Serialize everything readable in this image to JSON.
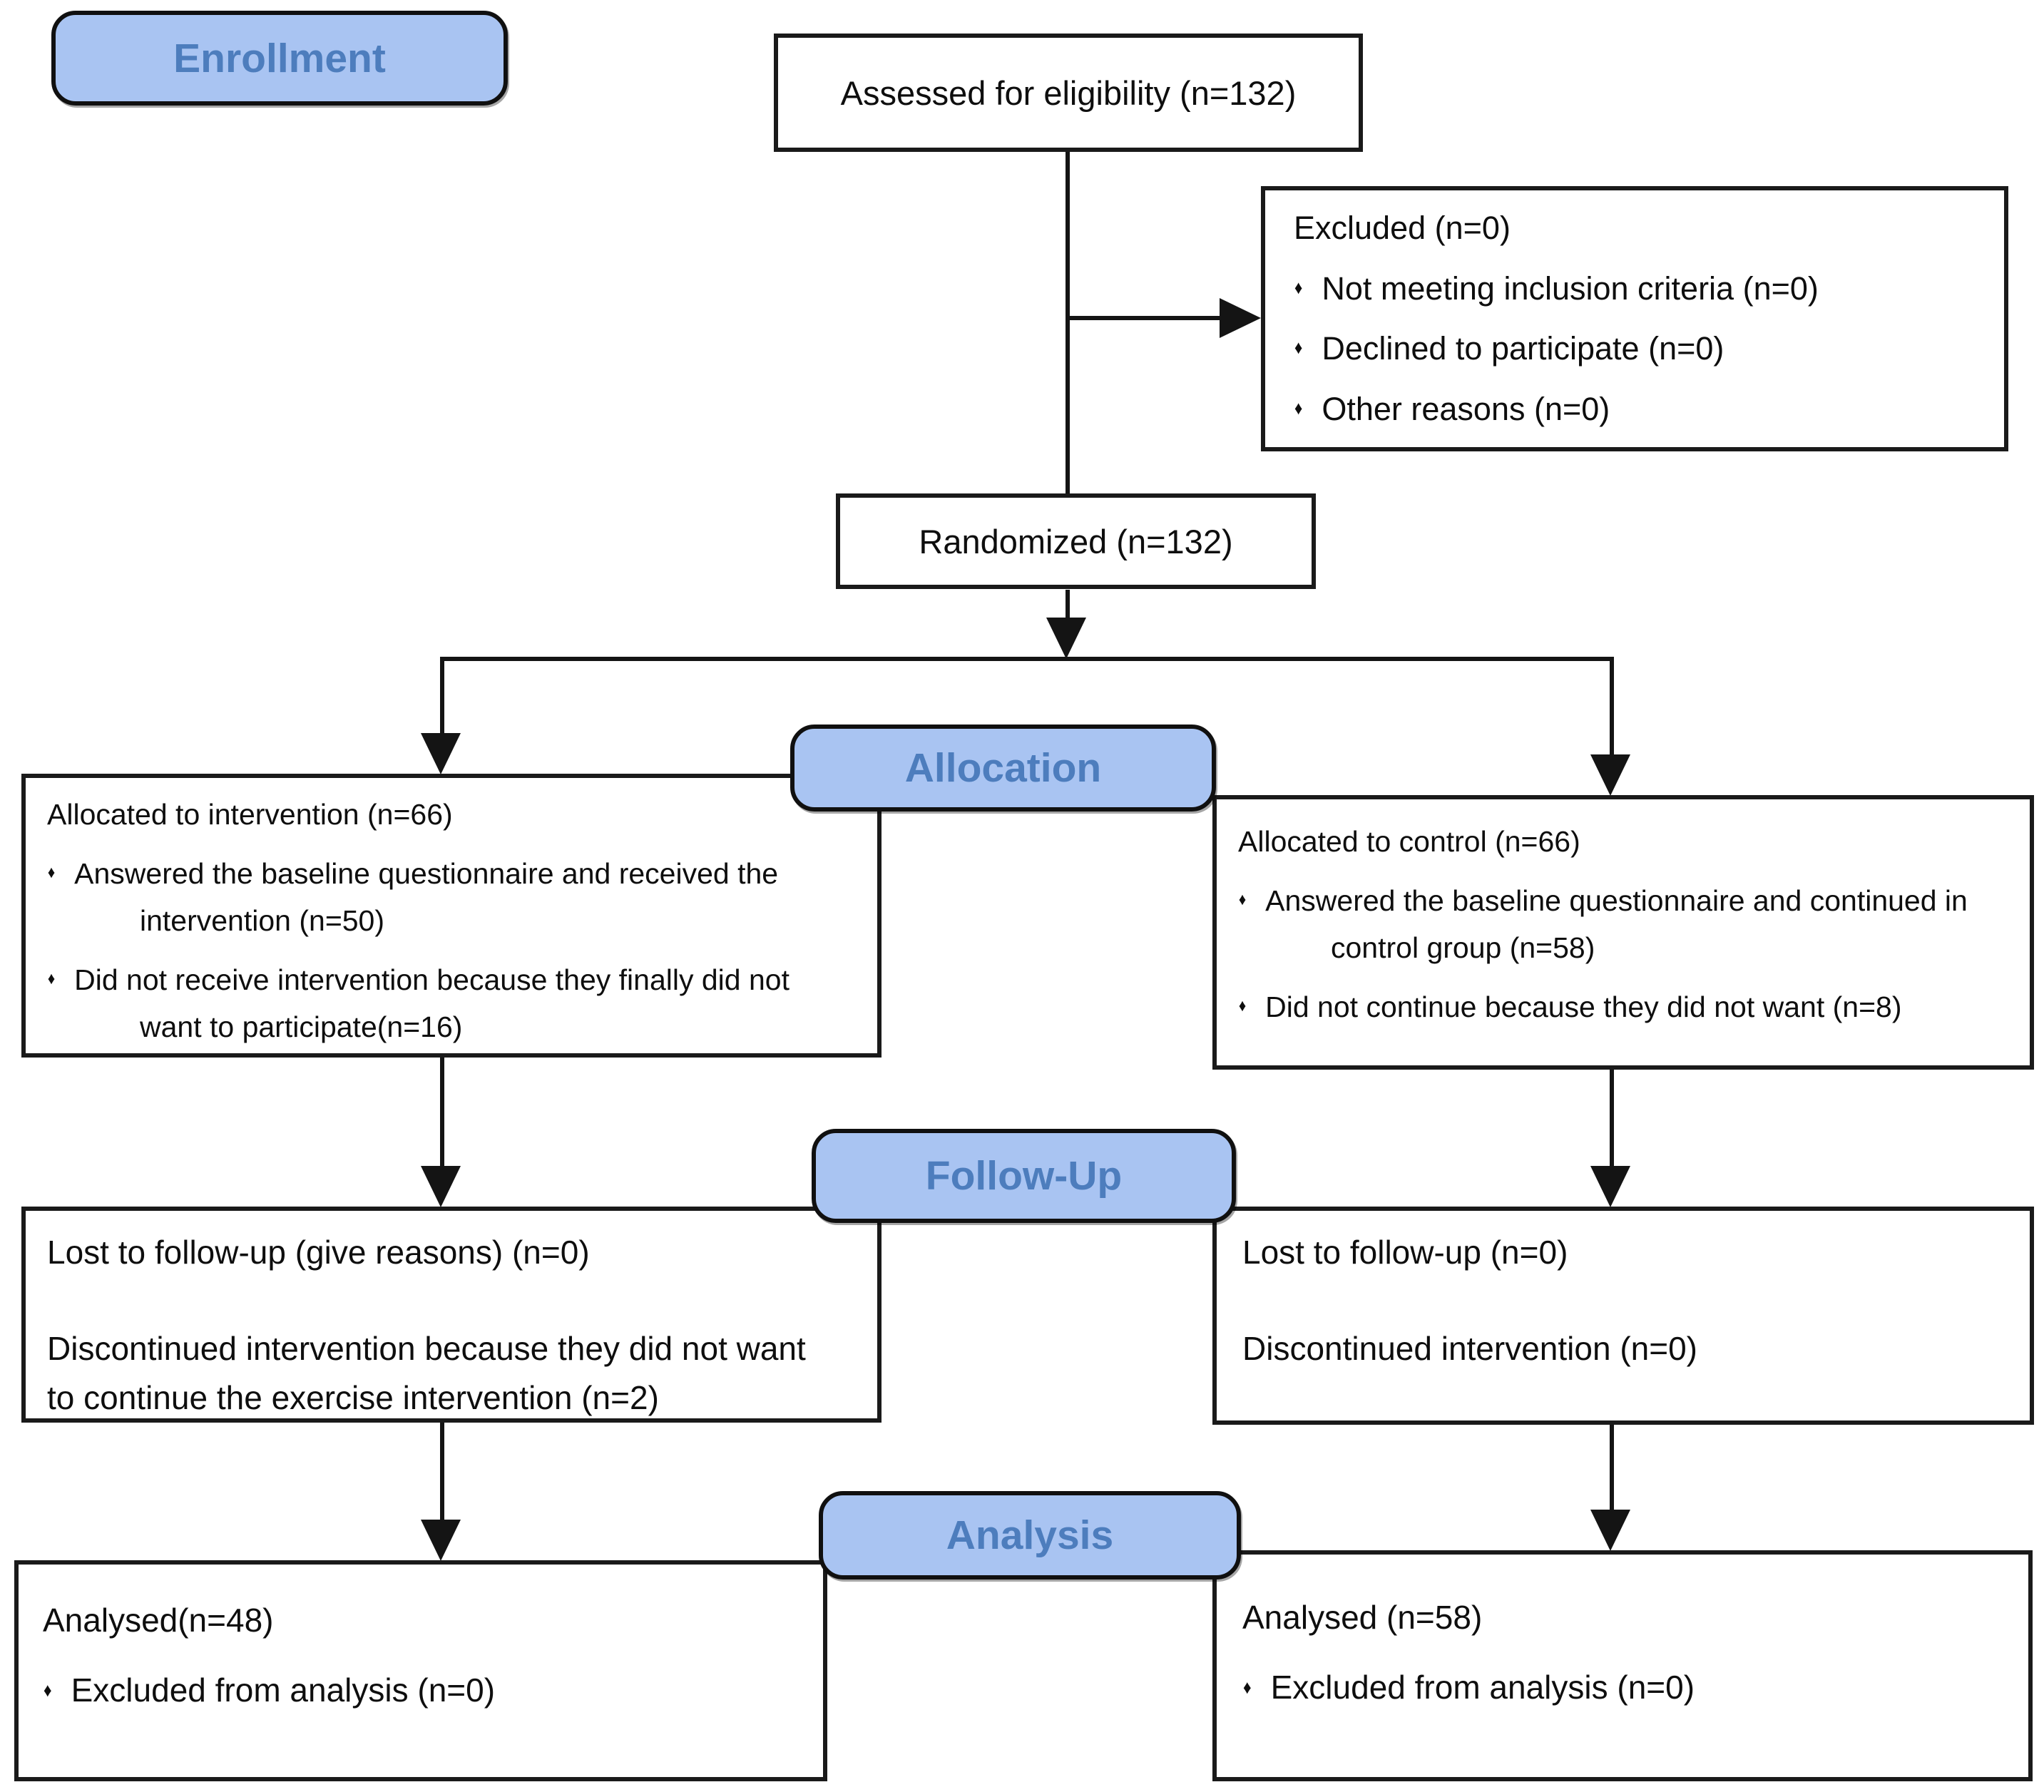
{
  "labels": {
    "enrollment": "Enrollment",
    "allocation": "Allocation",
    "followup": "Follow-Up",
    "analysis": "Analysis"
  },
  "boxes": {
    "assessed": {
      "text": "Assessed for eligibility (n=132)"
    },
    "excluded": {
      "title": "Excluded (n=0)",
      "bullets": [
        "Not meeting inclusion criteria (n=0)",
        "Declined to participate (n=0)",
        "Other reasons (n=0)"
      ]
    },
    "randomized": {
      "text": "Randomized (n=132)"
    },
    "alloc_intervention": {
      "title": "Allocated to intervention (n=66)",
      "bullet1_line1": "Answered the baseline questionnaire and received the",
      "bullet1_line2": "intervention (n=50)",
      "bullet2_line1": "Did not receive intervention because they finally did not",
      "bullet2_line2": "want to participate(n=16)"
    },
    "alloc_control": {
      "title": "Allocated to control (n=66)",
      "bullet1_line1": "Answered the baseline questionnaire and continued in",
      "bullet1_line2": "control group (n=58)",
      "bullet2_line1": "Did not continue because they did not want (n=8)"
    },
    "followup_intervention": {
      "line1": "Lost to follow-up (give reasons) (n=0)",
      "para2_line1": "Discontinued intervention because they did not want",
      "para2_line2": "to continue the exercise intervention (n=2)"
    },
    "followup_control": {
      "line1": "Lost to follow-up (n=0)",
      "line2": "Discontinued intervention (n=0)"
    },
    "analysis_intervention": {
      "title": "Analysed(n=48)",
      "bullet": "Excluded from analysis (n=0)"
    },
    "analysis_control": {
      "title": "Analysed (n=58)",
      "bullet": "Excluded from analysis (n=0)"
    }
  },
  "bullet_glyph": "♦",
  "colors": {
    "label_fill": "#a9c4f2",
    "label_text": "#4d7dbd",
    "line_color": "#141414",
    "box_border": "#1a1a1a"
  }
}
